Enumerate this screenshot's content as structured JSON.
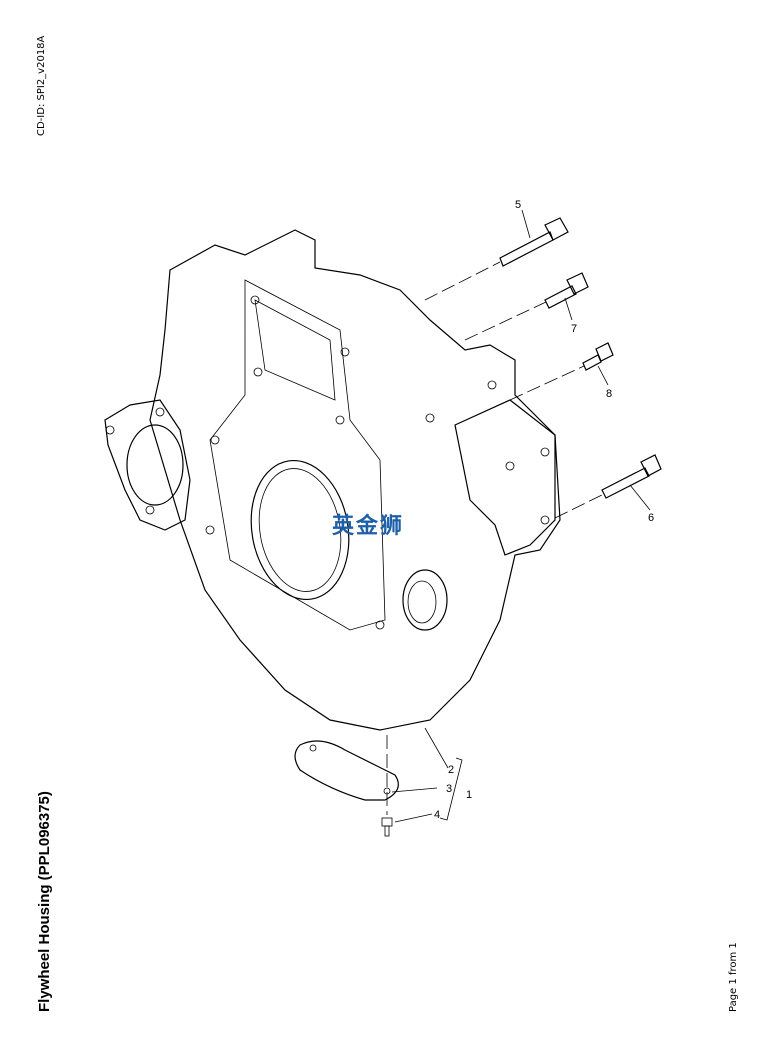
{
  "cd_id": "CD-ID: SPI2_v2018A",
  "title": "Flywheel Housing (PPL096375)",
  "page_label": "Page 1 from 1",
  "watermark": "英金狮",
  "callouts": [
    "1",
    "2",
    "3",
    "4",
    "5",
    "6",
    "7",
    "8"
  ],
  "colors": {
    "watermark": "#1d5fa8",
    "line": "#000000"
  }
}
